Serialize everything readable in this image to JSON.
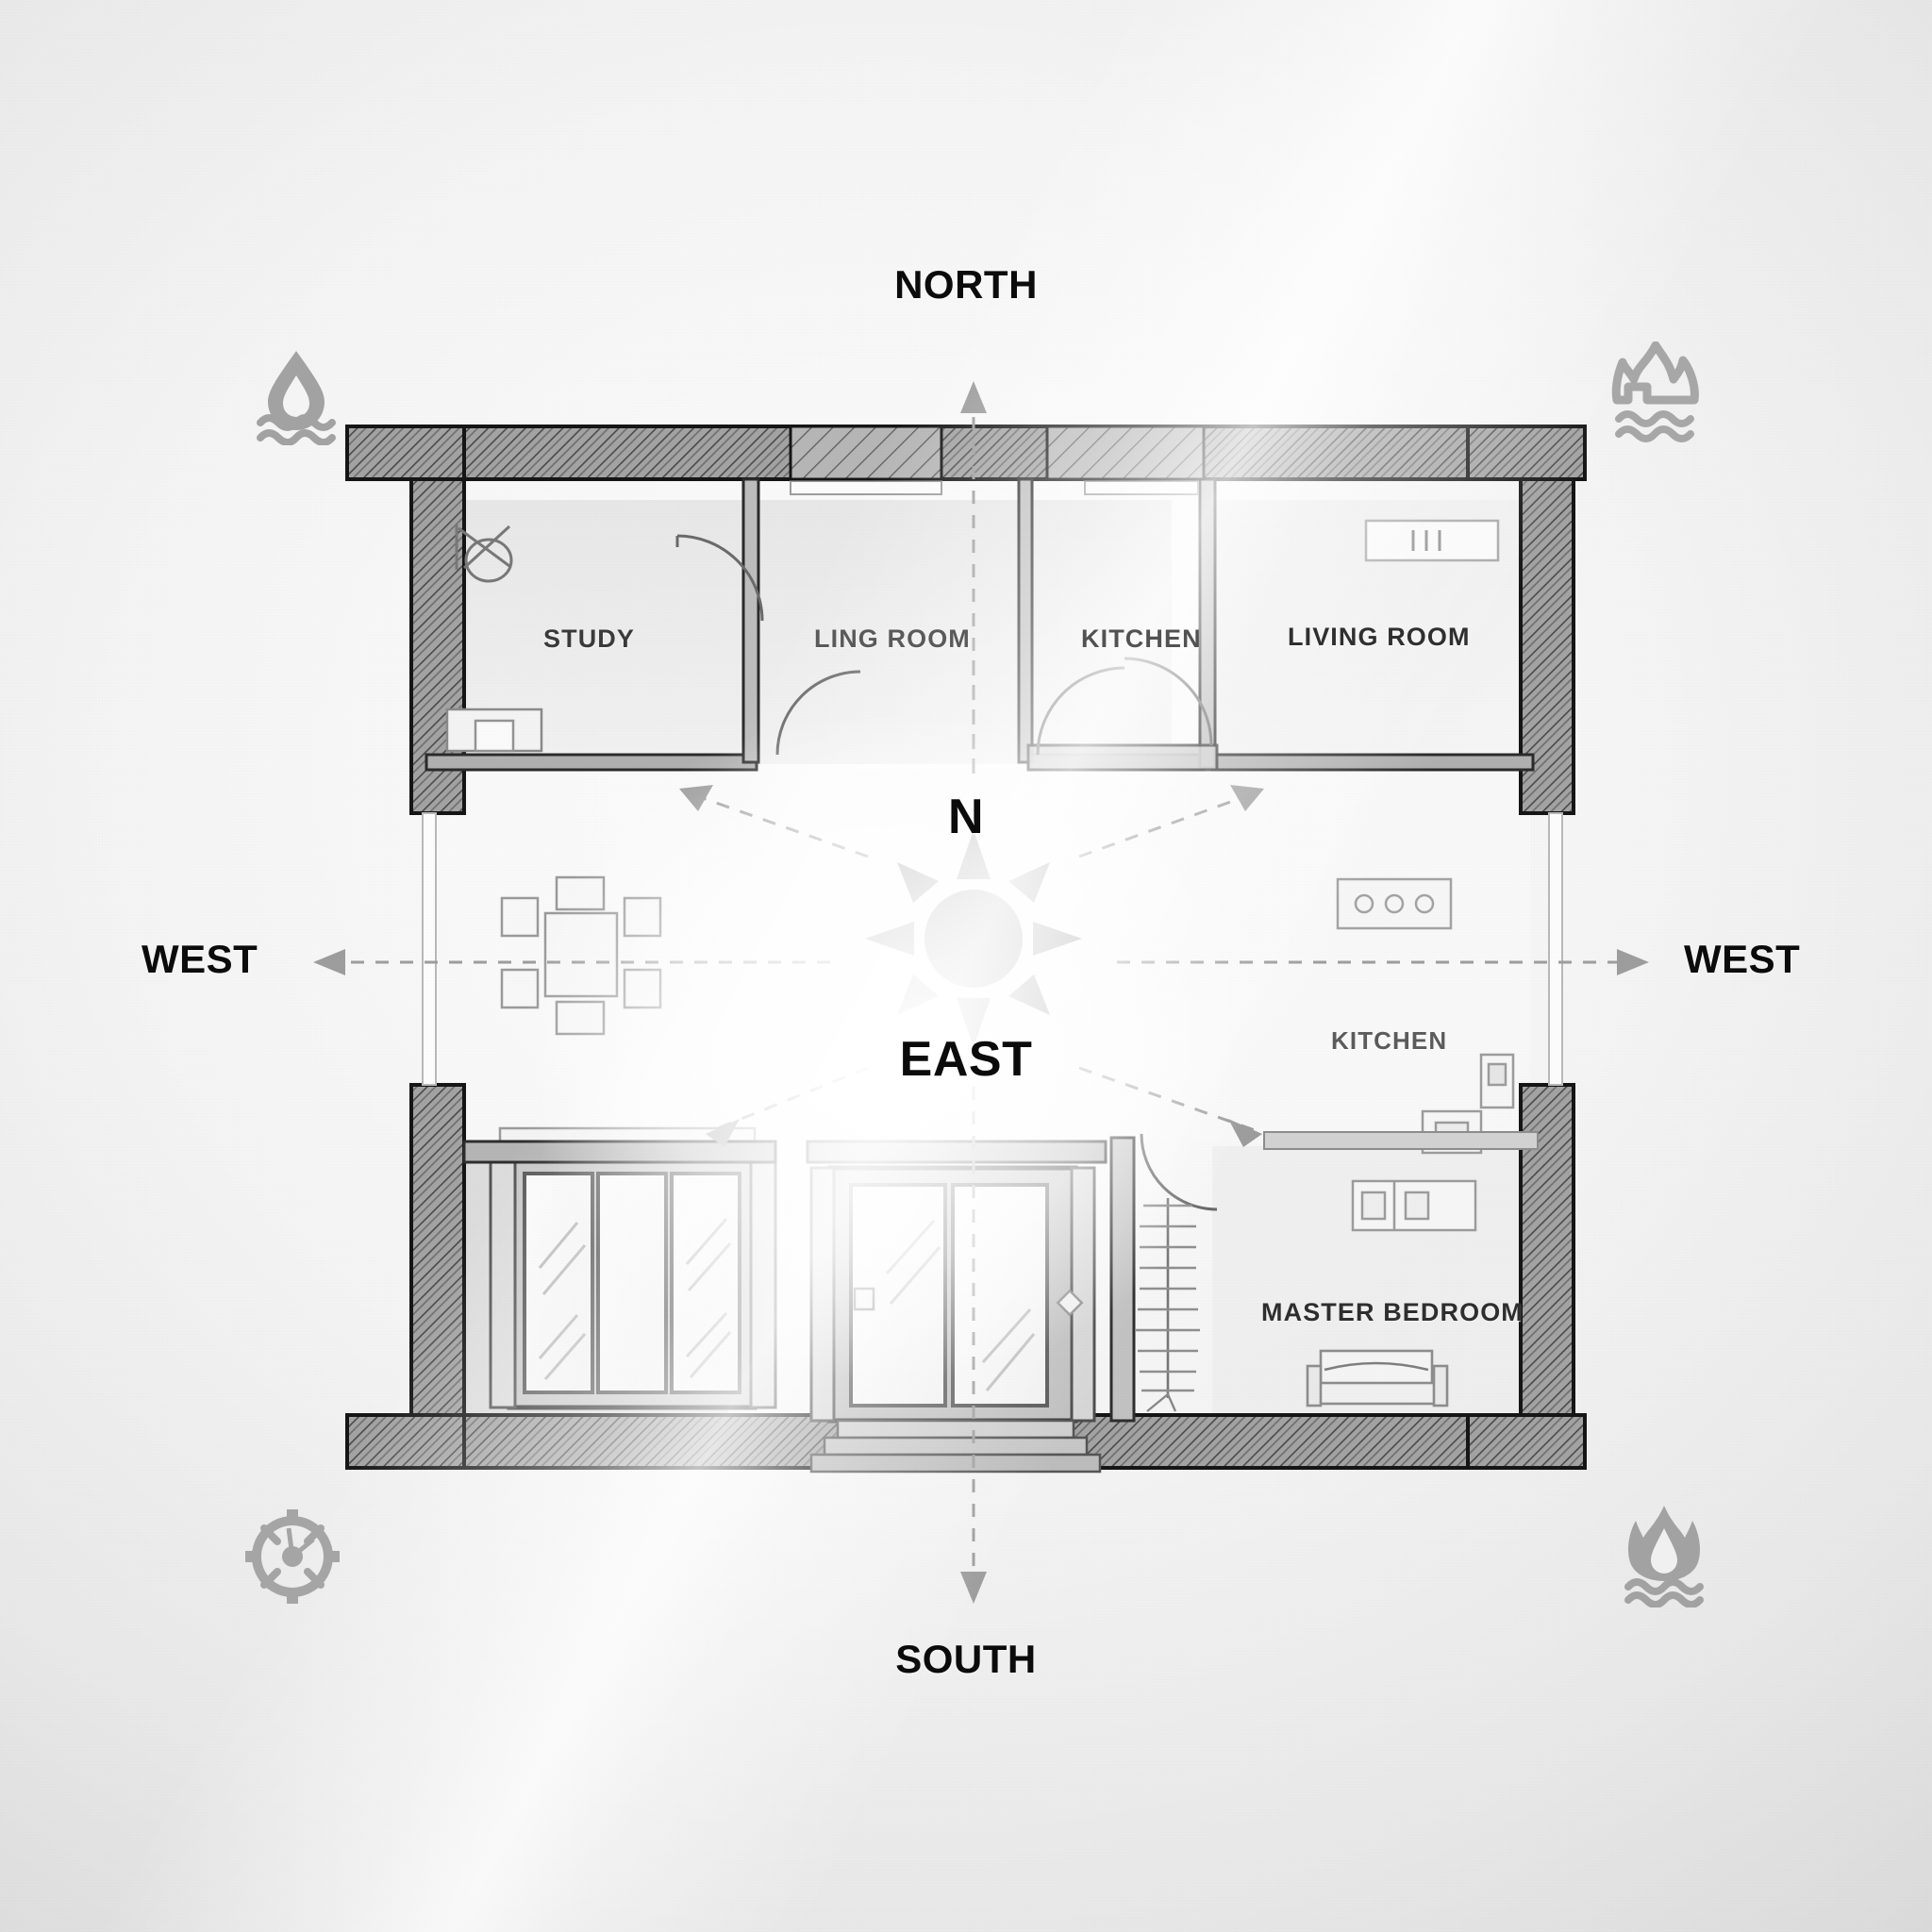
{
  "diagram": {
    "type": "architectural-floor-plan",
    "style": "pencil-sketch-blueprint",
    "background_color": "#ececec"
  },
  "cardinals": {
    "north": "NORTH",
    "south": "SOUTH",
    "west_left": "WEST",
    "west_right": "WEST"
  },
  "compass": {
    "north_letter": "N",
    "east_letter": "EAST",
    "icon": "sun-compass-rose",
    "ray_count": 8,
    "hub_color": "#8c8c8c"
  },
  "rooms": [
    {
      "id": "study",
      "label": "STUDY",
      "zone": "north-west"
    },
    {
      "id": "ling-room",
      "label": "LING ROOM",
      "zone": "north-center-west"
    },
    {
      "id": "kitchen-north",
      "label": "KITCHEN",
      "zone": "north-center-east"
    },
    {
      "id": "living-room",
      "label": "LIVING ROOM",
      "zone": "north-east"
    },
    {
      "id": "kitchen-south",
      "label": "KITCHEN",
      "zone": "south-east-upper"
    },
    {
      "id": "master-bed",
      "label": "MASTER BEDROOM",
      "zone": "south-east-lower"
    }
  ],
  "corner_icons": [
    {
      "id": "top-left",
      "name": "water-drop-waves-icon",
      "depicts": "water droplet over waves",
      "color": "#a2a2a2"
    },
    {
      "id": "top-right",
      "name": "flame-outline-waves-icon",
      "depicts": "flame outline over waves",
      "color": "#a7a7a7"
    },
    {
      "id": "bottom-left",
      "name": "pressure-gauge-icon",
      "depicts": "gauge dial with spokes",
      "color": "#a5a5a5"
    },
    {
      "id": "bottom-right",
      "name": "flame-waves-icon",
      "depicts": "solid flame over waves",
      "color": "#a2a2a2"
    }
  ],
  "furniture": [
    {
      "id": "dining-set",
      "name": "dining-table-six-chairs"
    },
    {
      "id": "sliding-doors",
      "name": "sliding-glass-door-three-panel"
    },
    {
      "id": "entry-doors",
      "name": "entry-double-glass-door"
    },
    {
      "id": "staircase",
      "name": "staircase-plan-symbol"
    },
    {
      "id": "bed",
      "name": "bed-elevation"
    },
    {
      "id": "stove",
      "name": "stove-four-burner"
    },
    {
      "id": "counter",
      "name": "kitchen-counter"
    },
    {
      "id": "desk",
      "name": "study-desk"
    },
    {
      "id": "scissors-mark",
      "name": "cut-marker-icon"
    },
    {
      "id": "window-north",
      "name": "window-blinds"
    }
  ],
  "wall_style": {
    "fill": "#9a9a9a",
    "stroke": "#1c1c1c",
    "hatch": "diagonal"
  }
}
